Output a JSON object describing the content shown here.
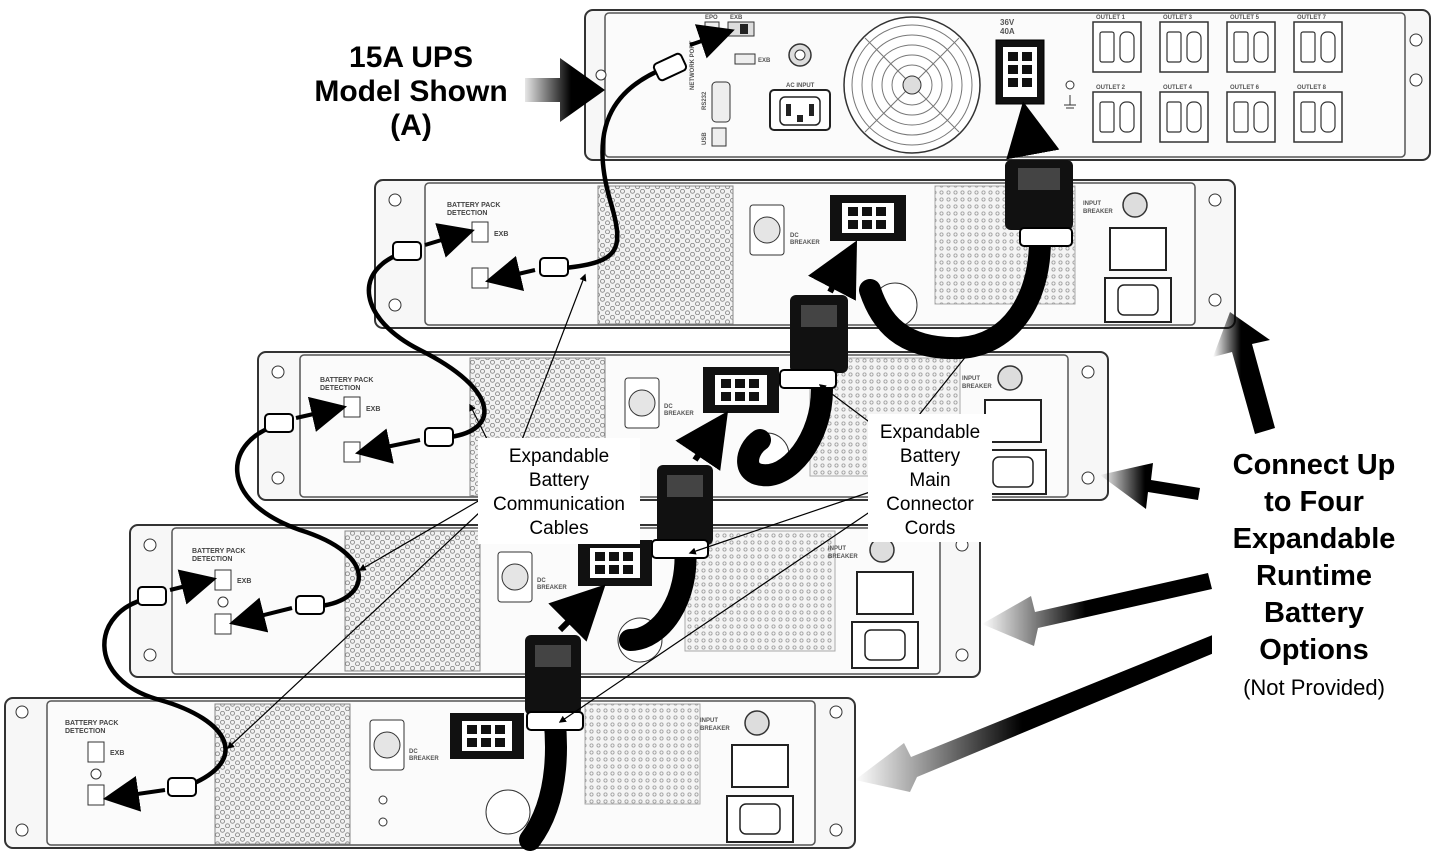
{
  "title_label": {
    "line1": "15A UPS",
    "line2": "Model Shown",
    "line3": "(A)"
  },
  "ups": {
    "ports": [
      "EXB",
      "EPO",
      "EXB",
      "RS232",
      "USB"
    ],
    "network_port_label": "NETWORK PORT",
    "ac_input_label": "AC INPUT",
    "battery_rating": [
      "36V",
      "40A"
    ],
    "outlets": [
      "OUTLET 1",
      "OUTLET 3",
      "OUTLET 5",
      "OUTLET 7",
      "OUTLET 2",
      "OUTLET 4",
      "OUTLET 6",
      "OUTLET 8"
    ]
  },
  "battery_pack": {
    "detection_label_1": "BATTERY PACK",
    "detection_label_2": "DETECTION",
    "exb_label": "EXB",
    "dc_breaker_1": "DC",
    "dc_breaker_2": "BREAKER",
    "input_breaker_1": "INPUT",
    "input_breaker_2": "BREAKER"
  },
  "comm_callout": [
    "Expandable",
    "Battery",
    "Communication",
    "Cables"
  ],
  "main_callout": [
    "Expandable",
    "Battery",
    "Main",
    "Connector",
    "Cords"
  ],
  "connect_callout": {
    "lines": [
      "Connect Up",
      "to Four",
      "Expandable",
      "Runtime",
      "Battery",
      "Options"
    ],
    "note": "(Not Provided)"
  }
}
